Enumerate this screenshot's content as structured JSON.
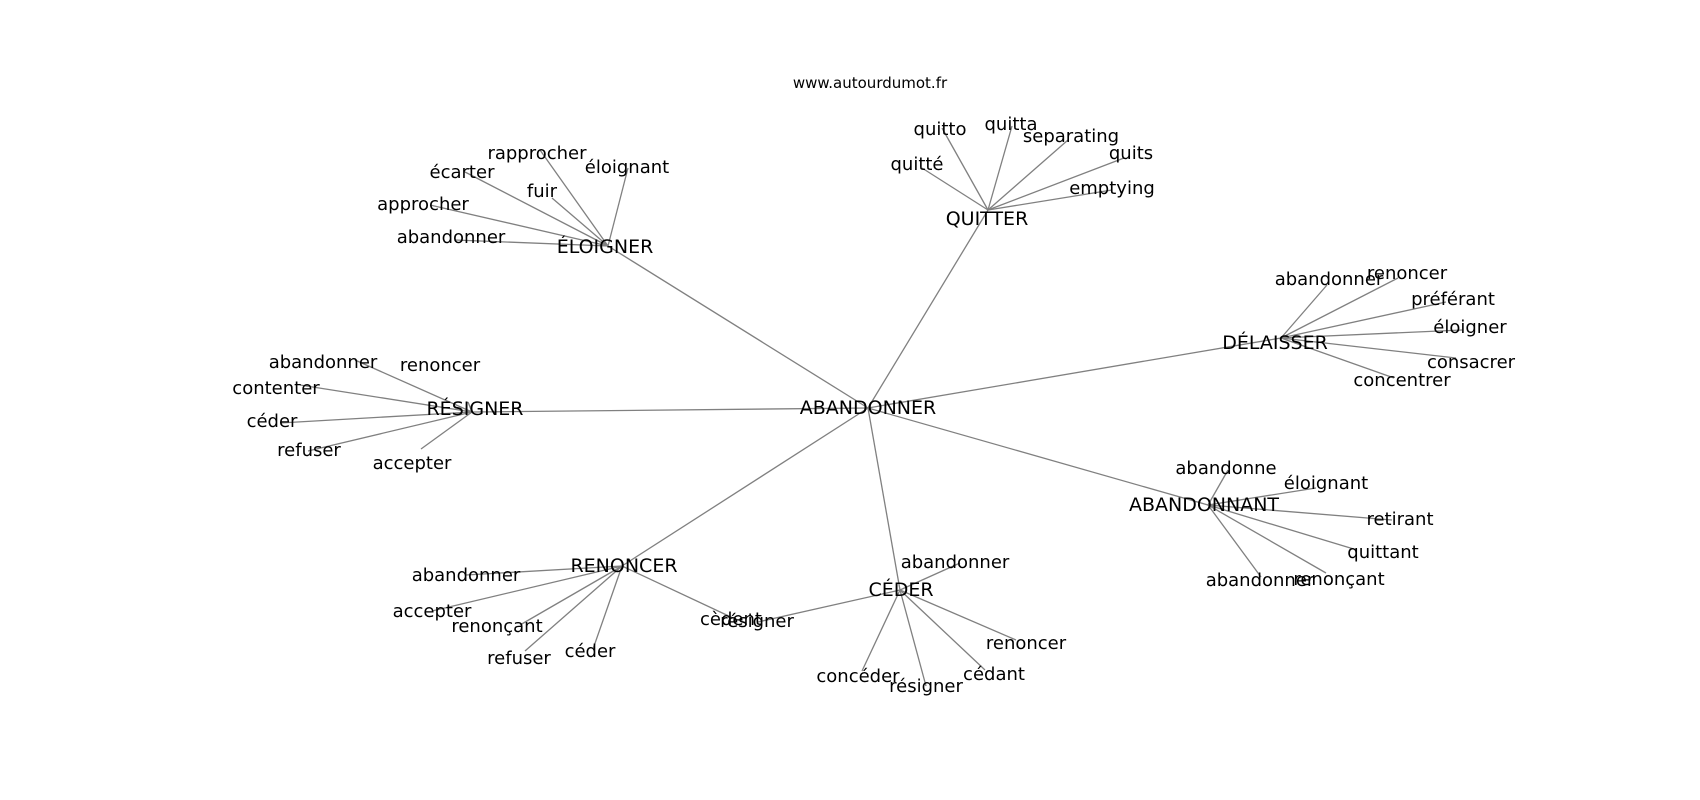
{
  "header": {
    "site": "www.autourdumot.fr"
  },
  "graph": {
    "center": "ABANDONNER",
    "hubs": [
      {
        "label": "ÉLOIGNER",
        "leaves": [
          "rapprocher",
          "écarter",
          "éloignant",
          "fuir",
          "approcher",
          "abandonner"
        ]
      },
      {
        "label": "QUITTER",
        "leaves": [
          "quitto",
          "quitta",
          "separating",
          "quits",
          "quitté",
          "emptying"
        ]
      },
      {
        "label": "DÉLAISSER",
        "leaves": [
          "abandonner",
          "renoncer",
          "préférant",
          "éloigner",
          "consacrer",
          "concentrer"
        ]
      },
      {
        "label": "RÉSIGNER",
        "leaves": [
          "abandonner",
          "renoncer",
          "contenter",
          "céder",
          "refuser",
          "accepter"
        ]
      },
      {
        "label": "ABANDONNANT",
        "leaves": [
          "abandonne",
          "éloignant",
          "retirant",
          "quittant",
          "renonçant",
          "abandonner"
        ]
      },
      {
        "label": "RENONCER",
        "leaves": [
          "abandonner",
          "accepter",
          "renonçant",
          "refuser",
          "céder",
          "cèdent"
        ]
      },
      {
        "label": "CÉDER",
        "leaves": [
          "abandonner",
          "résigner",
          "renoncer",
          "concéder",
          "cédant",
          "résigner"
        ]
      }
    ]
  }
}
